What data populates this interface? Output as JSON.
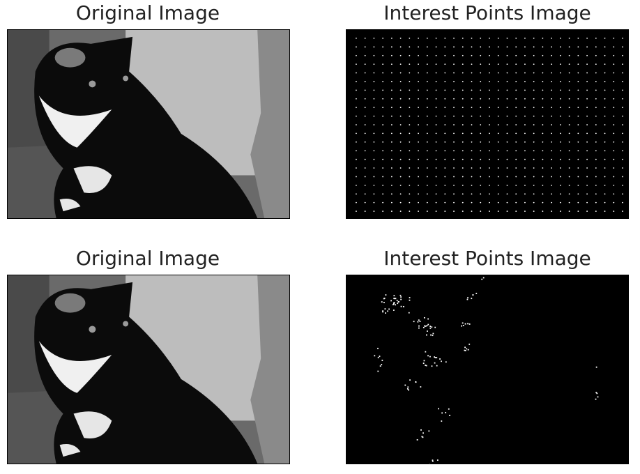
{
  "figure": {
    "panels": [
      {
        "title": "Original Image",
        "kind": "photo",
        "subject": "cat-photo"
      },
      {
        "title": "Interest Points Image",
        "kind": "points",
        "pattern": "uniform-grid"
      },
      {
        "title": "Original Image",
        "kind": "photo",
        "subject": "cat-photo"
      },
      {
        "title": "Interest Points Image",
        "kind": "points",
        "pattern": "detected-sparse"
      }
    ]
  },
  "colors": {
    "background": "#000000",
    "point": "#ffffff",
    "frame": "#000000"
  }
}
